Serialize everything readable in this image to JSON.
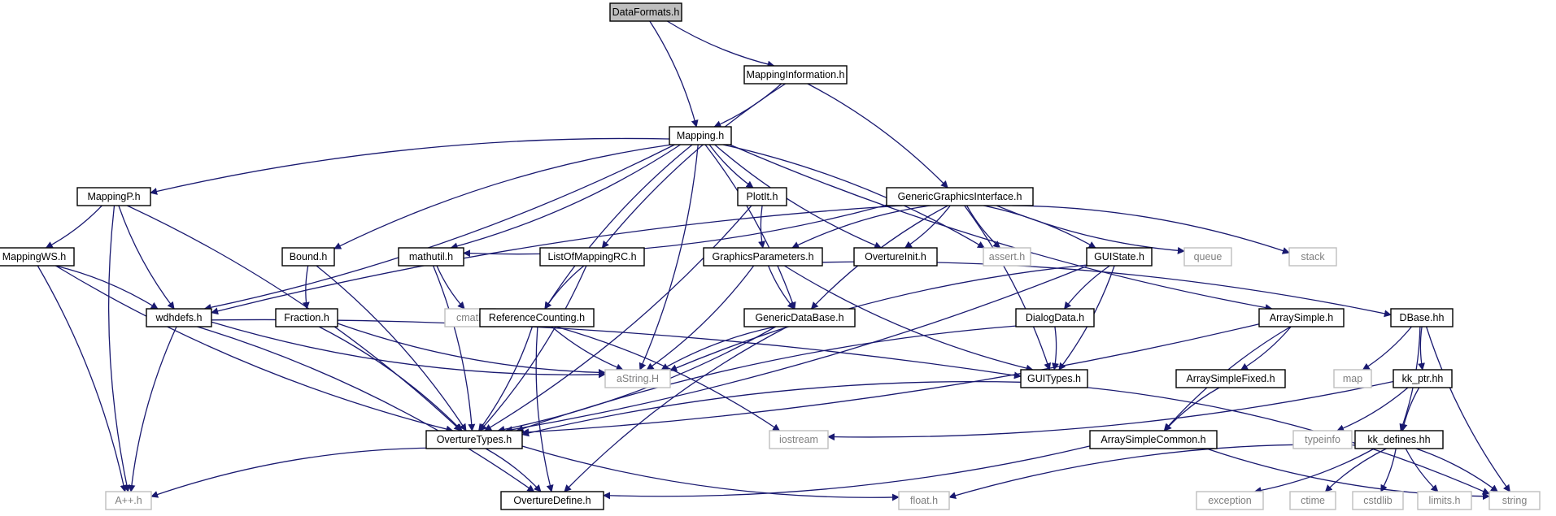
{
  "diagram": {
    "colors": {
      "edge": "#191970",
      "root_fill": "#bfbfbf",
      "root_border": "#000000",
      "node_border": "#000000",
      "external_border": "#bfbfbf",
      "external_text": "#7f7f7f",
      "text": "#000000"
    },
    "nodes": [
      {
        "id": "dataformats",
        "label": "DataFormats.h",
        "kind": "root"
      },
      {
        "id": "mappinginformation",
        "label": "MappingInformation.h",
        "kind": "file"
      },
      {
        "id": "mapping",
        "label": "Mapping.h",
        "kind": "file"
      },
      {
        "id": "mappingp",
        "label": "MappingP.h",
        "kind": "file"
      },
      {
        "id": "plotit",
        "label": "PlotIt.h",
        "kind": "file"
      },
      {
        "id": "genericgraphicsinterface",
        "label": "GenericGraphicsInterface.h",
        "kind": "file"
      },
      {
        "id": "mappingws",
        "label": "MappingWS.h",
        "kind": "file"
      },
      {
        "id": "bound",
        "label": "Bound.h",
        "kind": "file"
      },
      {
        "id": "mathutil",
        "label": "mathutil.h",
        "kind": "file"
      },
      {
        "id": "listofmappingrc",
        "label": "ListOfMappingRC.h",
        "kind": "file"
      },
      {
        "id": "graphicsparameters",
        "label": "GraphicsParameters.h",
        "kind": "file"
      },
      {
        "id": "ovetureinit",
        "label": "OvertureInit.h",
        "kind": "file"
      },
      {
        "id": "assert",
        "label": "assert.h",
        "kind": "external"
      },
      {
        "id": "guistate",
        "label": "GUIState.h",
        "kind": "file"
      },
      {
        "id": "queue",
        "label": "queue",
        "kind": "external"
      },
      {
        "id": "stack",
        "label": "stack",
        "kind": "external"
      },
      {
        "id": "wdhdefs",
        "label": "wdhdefs.h",
        "kind": "file"
      },
      {
        "id": "fraction",
        "label": "Fraction.h",
        "kind": "file"
      },
      {
        "id": "cmath",
        "label": "cmath",
        "kind": "external"
      },
      {
        "id": "referencecounting",
        "label": "ReferenceCounting.h",
        "kind": "file"
      },
      {
        "id": "genericdatabase",
        "label": "GenericDataBase.h",
        "kind": "file"
      },
      {
        "id": "dialogdata",
        "label": "DialogData.h",
        "kind": "file"
      },
      {
        "id": "arraysimple",
        "label": "ArraySimple.h",
        "kind": "file"
      },
      {
        "id": "dbase",
        "label": "DBase.hh",
        "kind": "file"
      },
      {
        "id": "astring",
        "label": "aString.H",
        "kind": "external"
      },
      {
        "id": "guitypes",
        "label": "GUITypes.h",
        "kind": "file"
      },
      {
        "id": "arraysimplefixed",
        "label": "ArraySimpleFixed.h",
        "kind": "file"
      },
      {
        "id": "map",
        "label": "map",
        "kind": "external"
      },
      {
        "id": "kkptr",
        "label": "kk_ptr.hh",
        "kind": "file"
      },
      {
        "id": "overturetypes",
        "label": "OvertureTypes.h",
        "kind": "file"
      },
      {
        "id": "iostream",
        "label": "iostream",
        "kind": "external"
      },
      {
        "id": "arraysimplecommon",
        "label": "ArraySimpleCommon.h",
        "kind": "file"
      },
      {
        "id": "typeinfo",
        "label": "typeinfo",
        "kind": "external"
      },
      {
        "id": "kkdefines",
        "label": "kk_defines.hh",
        "kind": "file"
      },
      {
        "id": "app",
        "label": "A++.h",
        "kind": "external"
      },
      {
        "id": "overturedefine",
        "label": "OvertureDefine.h",
        "kind": "file"
      },
      {
        "id": "float",
        "label": "float.h",
        "kind": "external"
      },
      {
        "id": "exception",
        "label": "exception",
        "kind": "external"
      },
      {
        "id": "ctime",
        "label": "ctime",
        "kind": "external"
      },
      {
        "id": "cstdlib",
        "label": "cstdlib",
        "kind": "external"
      },
      {
        "id": "limits",
        "label": "limits.h",
        "kind": "external"
      },
      {
        "id": "string",
        "label": "string",
        "kind": "external"
      }
    ],
    "edges": [
      {
        "from": "dataformats",
        "to": "mapping"
      },
      {
        "from": "dataformats",
        "to": "mappinginformation"
      },
      {
        "from": "mappinginformation",
        "to": "mapping"
      },
      {
        "from": "mappinginformation",
        "to": "listofmappingrc"
      },
      {
        "from": "mappinginformation",
        "to": "genericgraphicsinterface"
      },
      {
        "from": "mapping",
        "to": "mappingp"
      },
      {
        "from": "mapping",
        "to": "wdhdefs"
      },
      {
        "from": "mapping",
        "to": "bound"
      },
      {
        "from": "mapping",
        "to": "mathutil"
      },
      {
        "from": "mapping",
        "to": "referencecounting"
      },
      {
        "from": "mapping",
        "to": "astring"
      },
      {
        "from": "mapping",
        "to": "plotit"
      },
      {
        "from": "mapping",
        "to": "genericdatabase"
      },
      {
        "from": "mapping",
        "to": "ovetureinit"
      },
      {
        "from": "mapping",
        "to": "assert"
      },
      {
        "from": "mapping",
        "to": "arraysimple"
      },
      {
        "from": "mappingp",
        "to": "mappingws"
      },
      {
        "from": "mappingp",
        "to": "wdhdefs"
      },
      {
        "from": "mappingp",
        "to": "overturetypes"
      },
      {
        "from": "mappingp",
        "to": "app"
      },
      {
        "from": "mappingws",
        "to": "wdhdefs"
      },
      {
        "from": "mappingws",
        "to": "overturetypes"
      },
      {
        "from": "mappingws",
        "to": "app"
      },
      {
        "from": "plotit",
        "to": "graphicsparameters"
      },
      {
        "from": "plotit",
        "to": "overturetypes"
      },
      {
        "from": "genericgraphicsinterface",
        "to": "wdhdefs"
      },
      {
        "from": "genericgraphicsinterface",
        "to": "mathutil"
      },
      {
        "from": "genericgraphicsinterface",
        "to": "graphicsparameters"
      },
      {
        "from": "genericgraphicsinterface",
        "to": "ovetureinit"
      },
      {
        "from": "genericgraphicsinterface",
        "to": "assert"
      },
      {
        "from": "genericgraphicsinterface",
        "to": "guistate"
      },
      {
        "from": "genericgraphicsinterface",
        "to": "queue"
      },
      {
        "from": "genericgraphicsinterface",
        "to": "stack"
      },
      {
        "from": "genericgraphicsinterface",
        "to": "genericdatabase"
      },
      {
        "from": "genericgraphicsinterface",
        "to": "guitypes"
      },
      {
        "from": "bound",
        "to": "fraction"
      },
      {
        "from": "bound",
        "to": "overturetypes"
      },
      {
        "from": "mathutil",
        "to": "cmath"
      },
      {
        "from": "mathutil",
        "to": "overturetypes"
      },
      {
        "from": "listofmappingrc",
        "to": "referencecounting"
      },
      {
        "from": "listofmappingrc",
        "to": "overturetypes"
      },
      {
        "from": "graphicsparameters",
        "to": "genericdatabase"
      },
      {
        "from": "graphicsparameters",
        "to": "astring"
      },
      {
        "from": "graphicsparameters",
        "to": "guitypes"
      },
      {
        "from": "graphicsparameters",
        "to": "dbase"
      },
      {
        "from": "guistate",
        "to": "dialogdata"
      },
      {
        "from": "guistate",
        "to": "guitypes"
      },
      {
        "from": "guistate",
        "to": "astring"
      },
      {
        "from": "guistate",
        "to": "overturetypes"
      },
      {
        "from": "wdhdefs",
        "to": "app"
      },
      {
        "from": "wdhdefs",
        "to": "overturedefine"
      },
      {
        "from": "wdhdefs",
        "to": "astring"
      },
      {
        "from": "wdhdefs",
        "to": "guitypes"
      },
      {
        "from": "fraction",
        "to": "astring"
      },
      {
        "from": "fraction",
        "to": "overturetypes"
      },
      {
        "from": "referencecounting",
        "to": "astring"
      },
      {
        "from": "referencecounting",
        "to": "overturetypes"
      },
      {
        "from": "referencecounting",
        "to": "overturedefine"
      },
      {
        "from": "referencecounting",
        "to": "iostream"
      },
      {
        "from": "genericdatabase",
        "to": "astring"
      },
      {
        "from": "genericdatabase",
        "to": "overturetypes"
      },
      {
        "from": "genericdatabase",
        "to": "overturedefine"
      },
      {
        "from": "dialogdata",
        "to": "guitypes"
      },
      {
        "from": "dialogdata",
        "to": "overturetypes"
      },
      {
        "from": "arraysimple",
        "to": "arraysimplefixed"
      },
      {
        "from": "arraysimple",
        "to": "arraysimplecommon"
      },
      {
        "from": "arraysimple",
        "to": "overturetypes"
      },
      {
        "from": "arraysimplefixed",
        "to": "arraysimplecommon"
      },
      {
        "from": "arraysimplecommon",
        "to": "overturedefine"
      },
      {
        "from": "arraysimplecommon",
        "to": "string"
      },
      {
        "from": "dbase",
        "to": "map"
      },
      {
        "from": "dbase",
        "to": "kkptr"
      },
      {
        "from": "dbase",
        "to": "kkdefines"
      },
      {
        "from": "dbase",
        "to": "string"
      },
      {
        "from": "kkptr",
        "to": "typeinfo"
      },
      {
        "from": "kkptr",
        "to": "kkdefines"
      },
      {
        "from": "kkptr",
        "to": "iostream"
      },
      {
        "from": "guitypes",
        "to": "overturetypes"
      },
      {
        "from": "guitypes",
        "to": "string"
      },
      {
        "from": "overturetypes",
        "to": "app"
      },
      {
        "from": "overturetypes",
        "to": "overturedefine"
      },
      {
        "from": "overturetypes",
        "to": "float"
      },
      {
        "from": "kkdefines",
        "to": "exception"
      },
      {
        "from": "kkdefines",
        "to": "ctime"
      },
      {
        "from": "kkdefines",
        "to": "cstdlib"
      },
      {
        "from": "kkdefines",
        "to": "limits"
      },
      {
        "from": "kkdefines",
        "to": "string"
      },
      {
        "from": "kkdefines",
        "to": "float"
      }
    ]
  }
}
